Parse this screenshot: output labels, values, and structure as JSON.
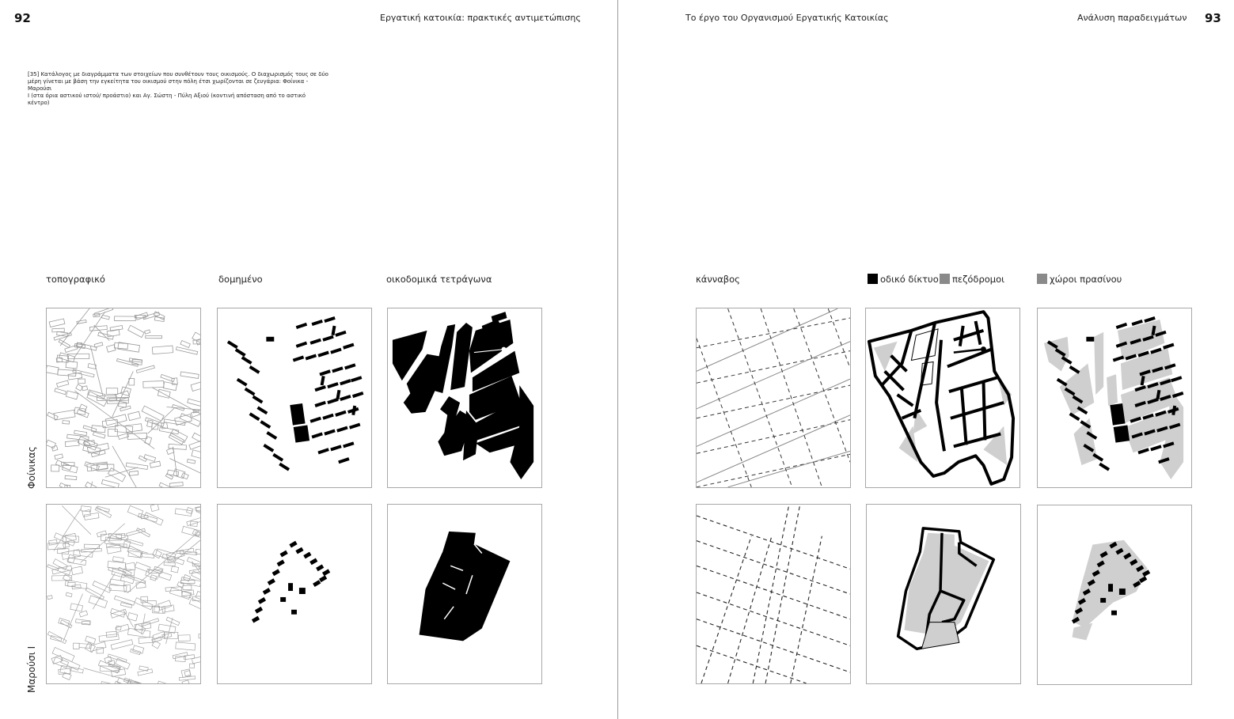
{
  "left_page": {
    "number": "92",
    "running_head": "Εργατική κατοικία: πρακτικές αντιμετώπισης",
    "caption_lines": [
      "[35] Κατάλογος με διαγράμματα των στοιχείων που συνθέτουν τους οικισμούς. Ο διαχωρισμός τους σε δύο",
      "μέρη γίνεται με βάση την εγκείτητα του οικισμού στην πόλη έτσι χωρίζονται σε ζευγάρια: Φοίνικα - Μαρούσι",
      "Ι (στα όρια αστικού ιστού/ προάστιο) και Αγ. Σώστη - Πύλη Αξιού (κοντινή απόσταση από το αστικό κέντρο)"
    ],
    "columns": [
      "τοπογραφικό",
      "δομημένο",
      "οικοδομικά τετράγωνα"
    ]
  },
  "right_page": {
    "number": "93",
    "running_head_left": "Το έργο του Οργανισμού Εργατικής Κατοικίας",
    "running_head_right": "Ανάλυση παραδειγμάτων",
    "columns": [
      "κάνναβος"
    ],
    "legend": [
      {
        "label": "οδικό δίκτυο",
        "color": "#000000"
      },
      {
        "label": "πεζόδρομοι",
        "color": "#8a8a8a"
      },
      {
        "label": "χώροι πρασίνου",
        "color": "#8a8a8a"
      }
    ]
  },
  "rows": [
    "Φοίνικας",
    "Μαρούσι Ι"
  ],
  "colors": {
    "ink": "#000000",
    "green": "#cfcfcf",
    "pedestrian": "#8a8a8a",
    "panel_border": "#a8a8a8"
  }
}
